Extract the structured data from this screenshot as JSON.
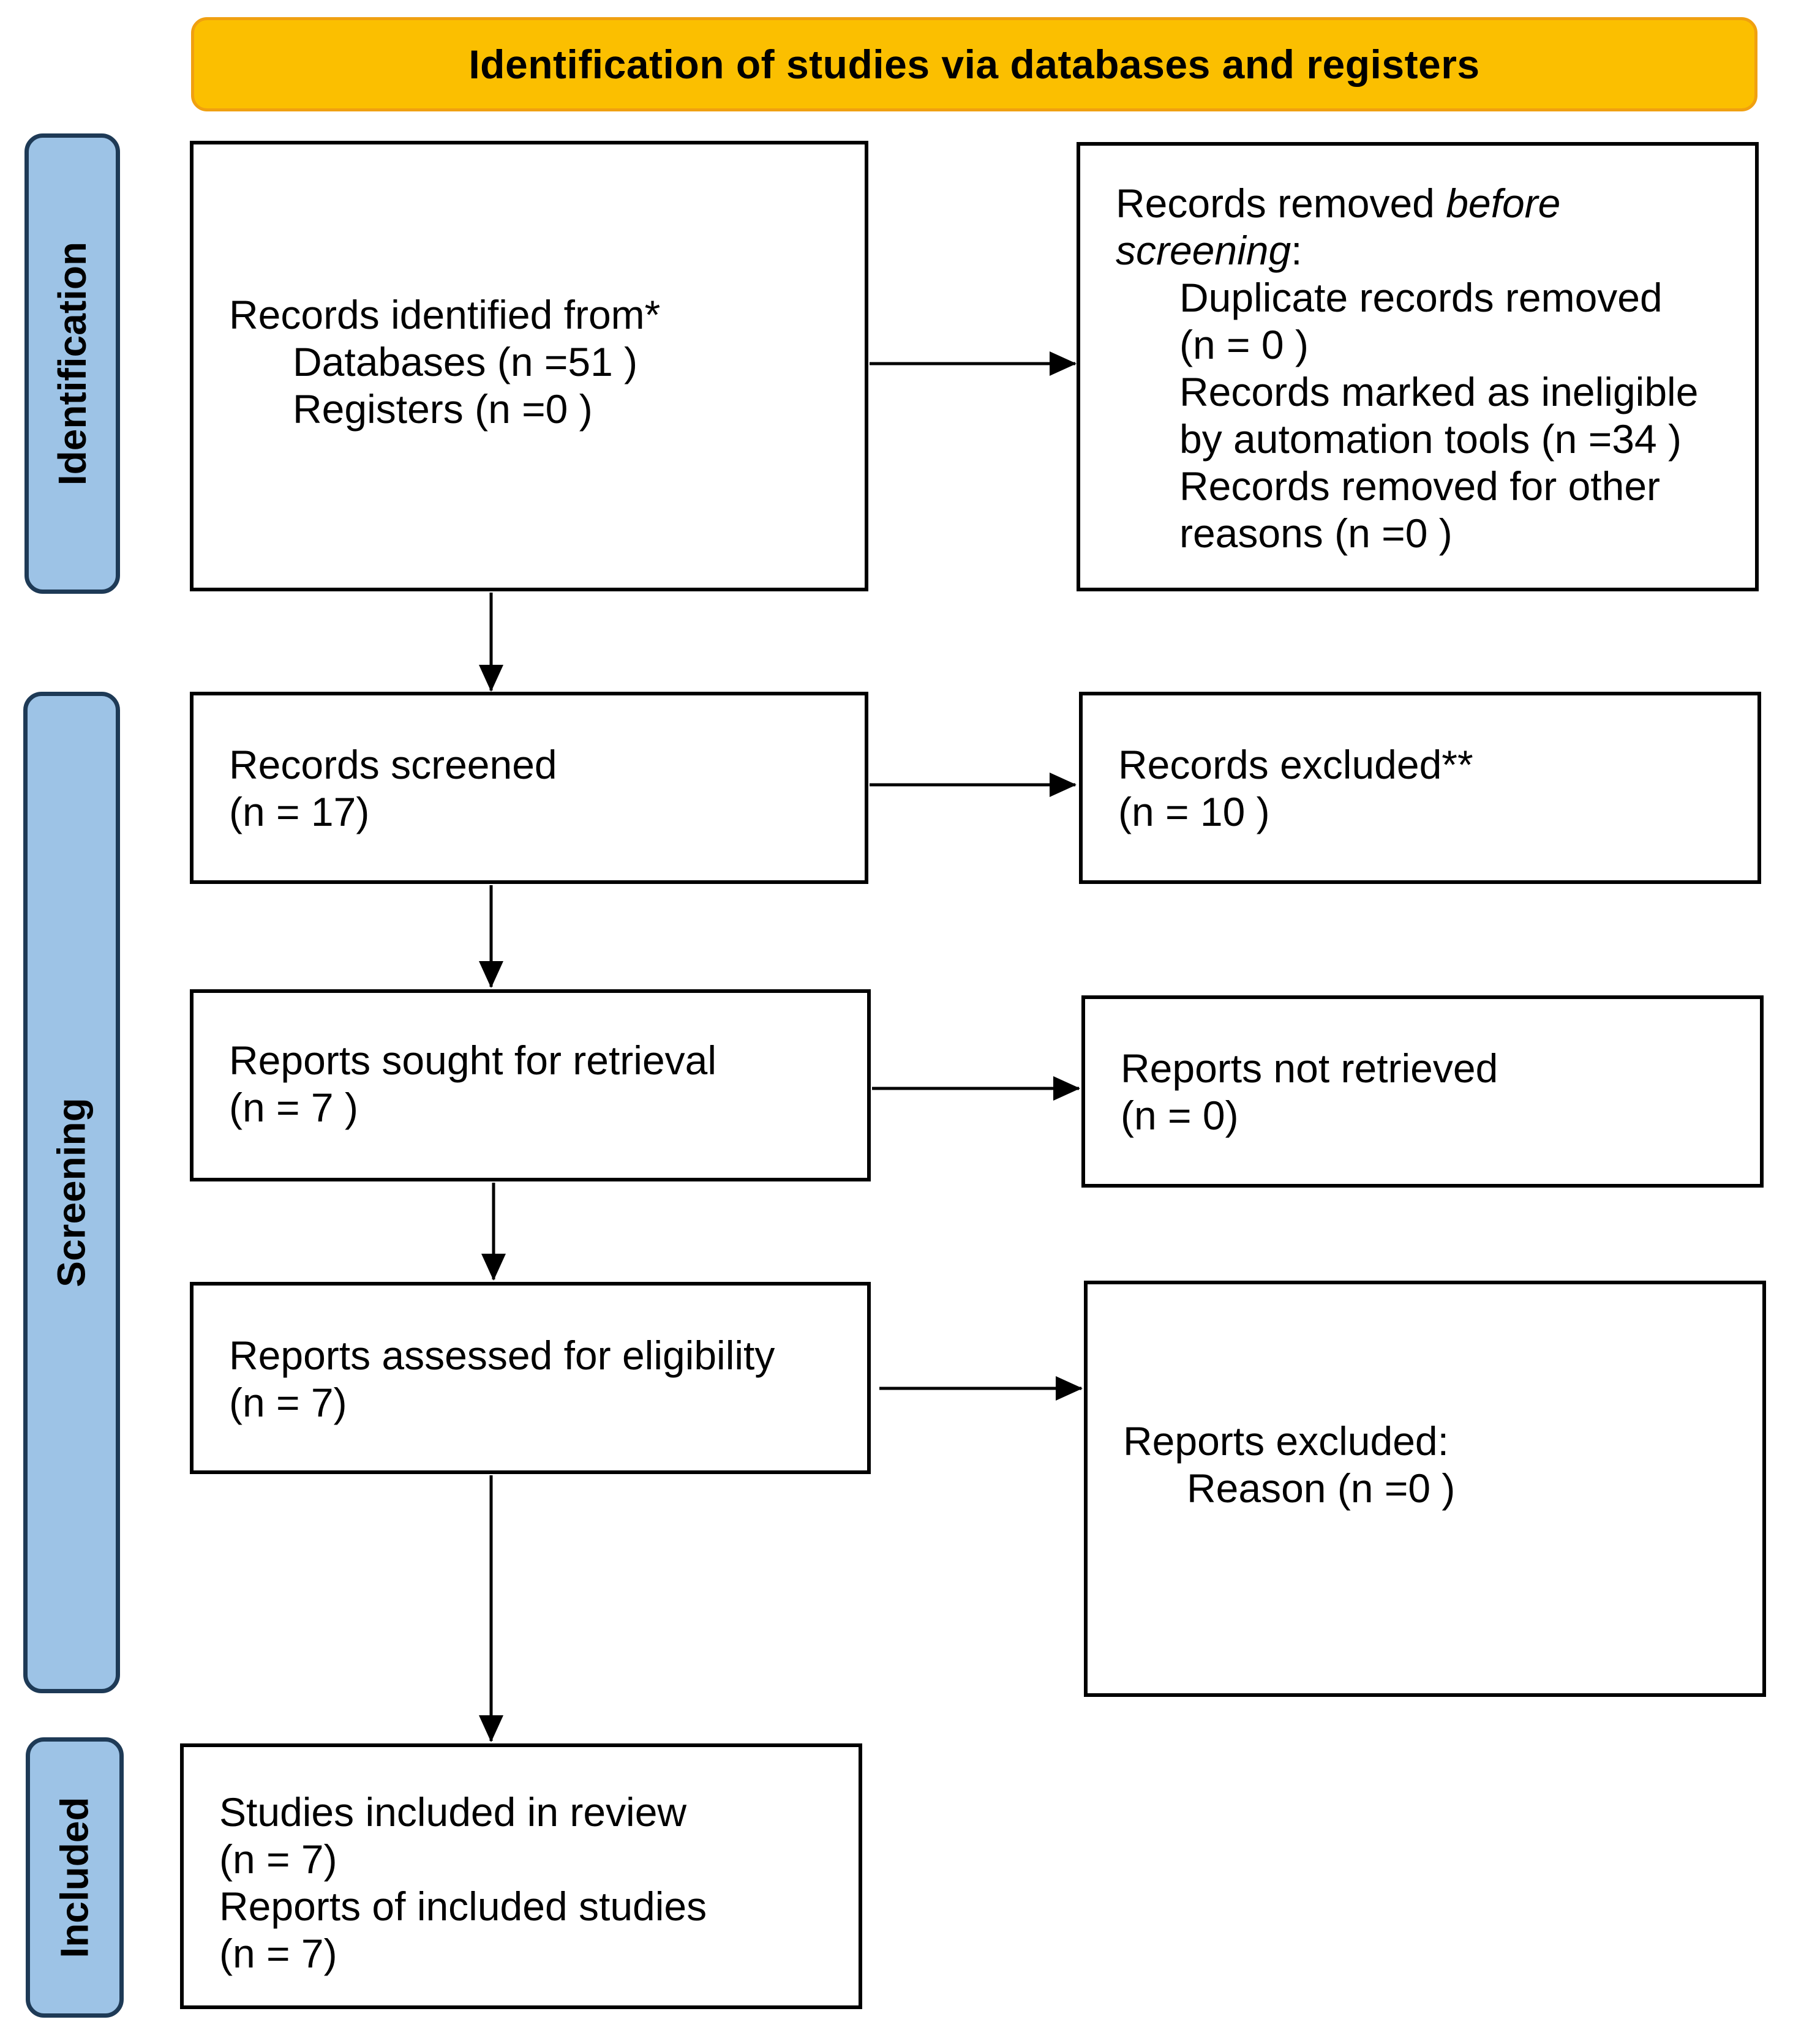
{
  "colors": {
    "header_fill": "#fbbf00",
    "header_border": "#f0a010",
    "phase_fill": "#9dc3e6",
    "phase_border": "#1e3a56",
    "line": "#000000"
  },
  "header": {
    "title": "Identification of studies via databases and registers"
  },
  "phases": {
    "identification": "Identification",
    "screening": "Screening",
    "included": "Included"
  },
  "boxes": {
    "records_identified": {
      "line1": "Records identified from*",
      "line2": "Databases (n =51 )",
      "line3": "Registers (n =0 )"
    },
    "records_removed": {
      "prefix": "Records removed ",
      "italic_1": "before",
      "italic_2": "screening",
      "colon": ":",
      "line3": "Duplicate records removed",
      "line4": "(n = 0 )",
      "line5": "Records marked as ineligible",
      "line6": "by automation tools (n =34 )",
      "line7": "Records removed for other",
      "line8": "reasons (n =0 )"
    },
    "records_screened": {
      "line1": "Records screened",
      "line2": "(n = 17)"
    },
    "records_excluded": {
      "line1": "Records excluded**",
      "line2": "(n = 10 )"
    },
    "reports_sought": {
      "line1": "Reports sought for retrieval",
      "line2": "(n = 7 )"
    },
    "reports_not_retrieved": {
      "line1": "Reports not retrieved",
      "line2": "(n = 0)"
    },
    "reports_assessed": {
      "line1": "Reports assessed for eligibility",
      "line2": "(n = 7)"
    },
    "reports_excluded": {
      "line1": "Reports excluded:",
      "line2": "Reason  (n =0 )"
    },
    "studies_included": {
      "line1": "Studies included in review",
      "line2": "(n = 7)",
      "line3": "Reports of included studies",
      "line4": "(n = 7)"
    }
  }
}
